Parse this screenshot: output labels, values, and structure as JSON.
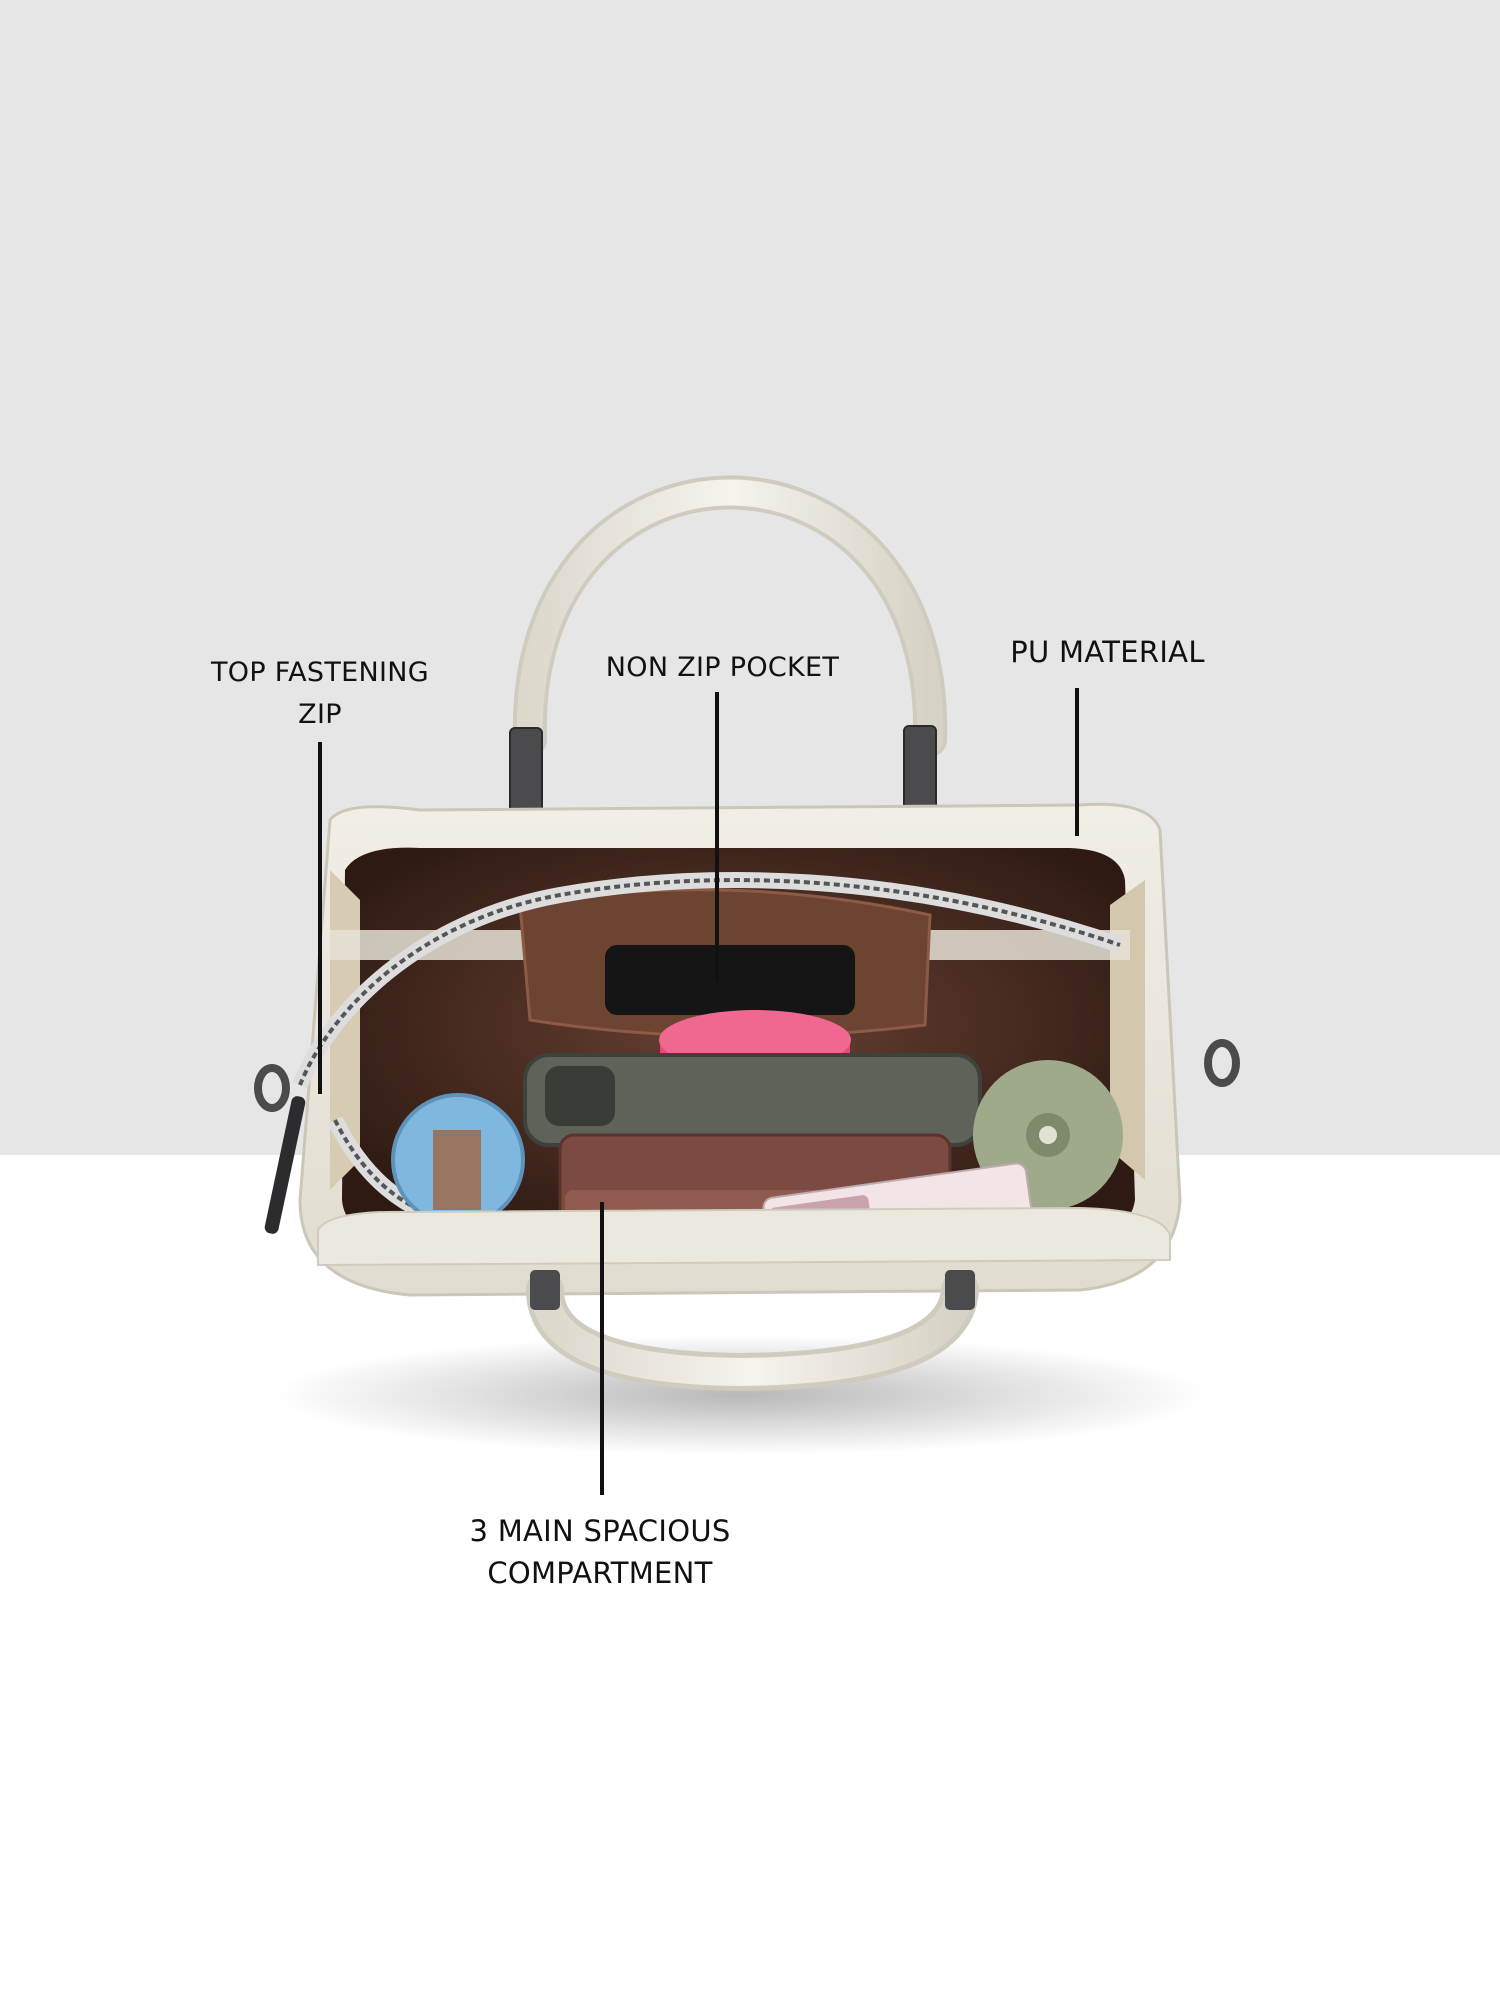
{
  "colors": {
    "backdrop_top": "#e6e6e6",
    "backdrop_bottom": "#ffffff",
    "bag_leather": "#ece9df",
    "bag_lining": "#4a2a1e",
    "label_text": "#111111"
  },
  "callouts": {
    "top_zip": {
      "line1": "TOP FASTENING",
      "line2": "ZIP"
    },
    "non_zip_pocket": {
      "line1": "NON ZIP POCKET"
    },
    "pu_material": {
      "line1": "PU MATERIAL"
    },
    "main_compartment": {
      "line1": "3 MAIN SPACIOUS",
      "line2": "COMPARTMENT"
    }
  },
  "product": {
    "category": "handbag",
    "contents": [
      "black-pouch",
      "pink-tape",
      "phone",
      "wallet",
      "blue-jar",
      "green-bottle",
      "lip-gloss"
    ]
  }
}
